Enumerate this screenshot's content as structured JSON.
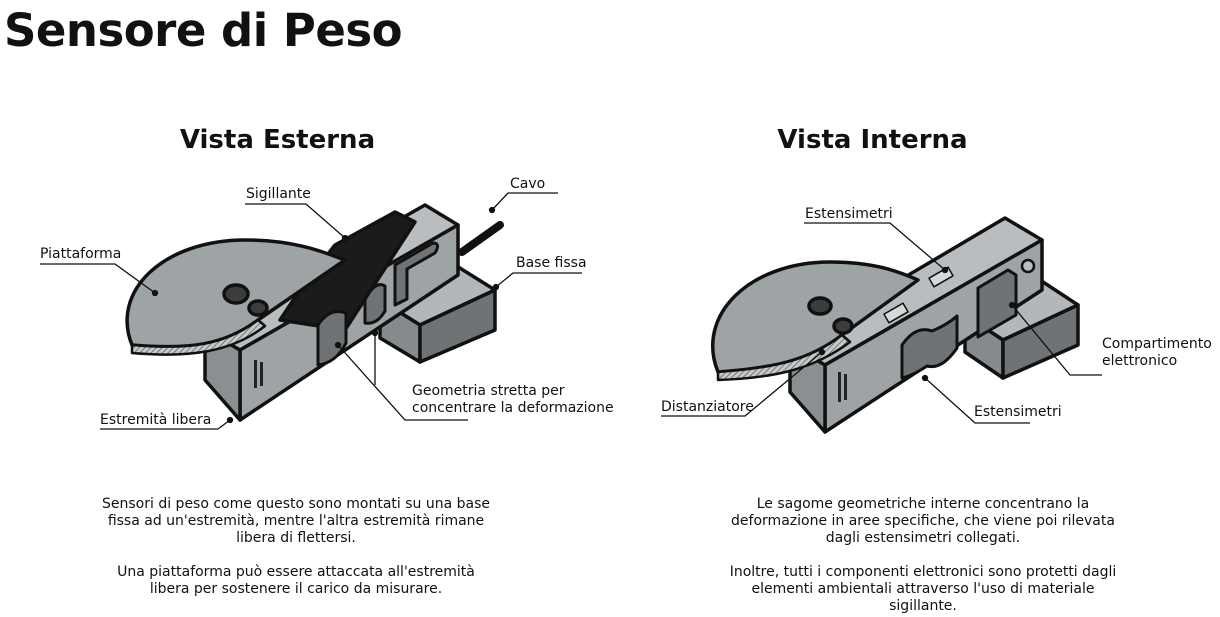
{
  "title": "Sensore di Peso",
  "left": {
    "subtitle": "Vista Esterna",
    "labels": {
      "sigillante": "Sigillante",
      "cavo": "Cavo",
      "piattaforma": "Piattaforma",
      "base_fissa": "Base fissa",
      "geometria": [
        "Geometria stretta per",
        "concentrare la deformazione"
      ],
      "estremita": "Estremità libera"
    },
    "paragraph1": [
      "Sensori di peso come questo sono montati su una base",
      "fissa ad un'estremità, mentre l'altra estremità rimane",
      "libera di flettersi."
    ],
    "paragraph2": [
      "Una piattaforma può essere attaccata all'estremità",
      "libera per sostenere il carico da misurare."
    ]
  },
  "right": {
    "subtitle": "Vista Interna",
    "labels": {
      "estensimetri_top": "Estensimetri",
      "compartimento": [
        "Compartimento",
        "elettronico"
      ],
      "distanziatore": "Distanziatore",
      "estensimetri_bottom": "Estensimetri"
    },
    "paragraph1": [
      "Le sagome geometriche interne concentrano la",
      "deformazione in aree specifiche, che viene poi rilevata",
      "dagli estensimetri collegati."
    ],
    "paragraph2": [
      "Inoltre, tutti i componenti elettronici sono protetti dagli",
      "elementi ambientali attraverso l'uso di materiale",
      "sigillante."
    ]
  },
  "colors": {
    "metal": "#9ea3a5",
    "metal_dark": "#6f7375",
    "metal_light": "#c6cacb",
    "outline": "#111111",
    "sealant": "#1b1b1b"
  }
}
